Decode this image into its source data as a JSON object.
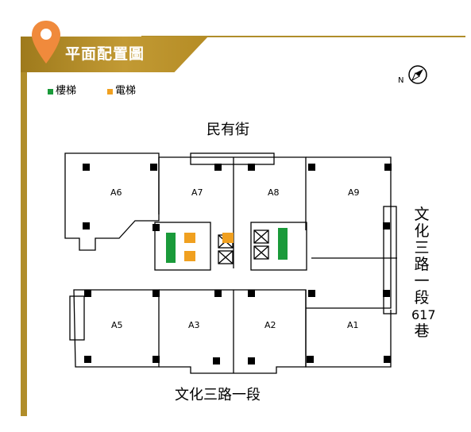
{
  "header": {
    "title": "平面配置圖"
  },
  "legend": {
    "stair_label": "樓梯",
    "elevator_label": "電梯",
    "stair_color": "#1a9a3a",
    "elevator_color": "#f0a020"
  },
  "compass": {
    "north_label": "N"
  },
  "streets": {
    "top": "民有街",
    "bottom": "文化三路一段",
    "right_chars": [
      "文",
      "化",
      "三",
      "路",
      "一",
      "段",
      "617",
      "巷"
    ]
  },
  "units": [
    "A1",
    "A2",
    "A3",
    "A5",
    "A6",
    "A7",
    "A8",
    "A9"
  ],
  "colors": {
    "gold": "#b08d2a",
    "marker_orange": "#f08a3c"
  }
}
